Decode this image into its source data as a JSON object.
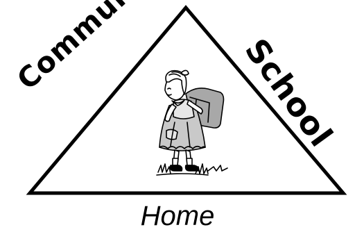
{
  "diagram": {
    "labels": {
      "community": "Community",
      "school": "School",
      "home": "Home"
    },
    "figure_icon": "schoolgirl-with-backpack-clipart",
    "colors": {
      "line": "#000000",
      "background": "#ffffff",
      "dress_fill": "#c9c9c9",
      "backpack_fill": "#a8a8a8"
    }
  }
}
